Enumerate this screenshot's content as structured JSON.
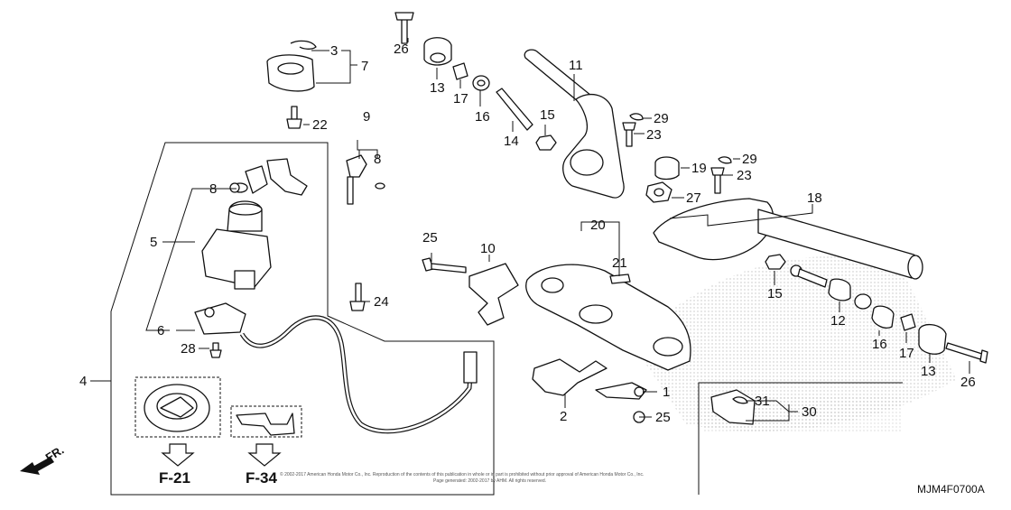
{
  "diagram": {
    "part_numbers": {
      "p1": "1",
      "p2": "2",
      "p3": "3",
      "p4": "4",
      "p5": "5",
      "p6": "6",
      "p7": "7",
      "p8a": "8",
      "p8b": "8",
      "p9": "9",
      "p10": "10",
      "p11": "11",
      "p12": "12",
      "p13a": "13",
      "p13b": "13",
      "p14": "14",
      "p15a": "15",
      "p15b": "15",
      "p16a": "16",
      "p16b": "16",
      "p17a": "17",
      "p17b": "17",
      "p18": "18",
      "p19": "19",
      "p20": "20",
      "p21": "21",
      "p22": "22",
      "p23a": "23",
      "p23b": "23",
      "p24": "24",
      "p25a": "25",
      "p25b": "25",
      "p26a": "26",
      "p26b": "26",
      "p27": "27",
      "p28": "28",
      "p29a": "29",
      "p29b": "29",
      "p30": "30",
      "p31": "31"
    },
    "section_refs": {
      "f21": "F-21",
      "f34": "F-34"
    },
    "front_indicator": "FR.",
    "diagram_code": "MJM4F0700A",
    "copyright_line1": "© 2002-2017 American Honda Motor Co., Inc. Reproduction of the contents of this publication in whole or in part is prohibited without prior approval of American Honda Motor Co., Inc.",
    "copyright_line2": "Page generated: 2002-2017 by AHM. All rights reserved."
  },
  "colors": {
    "ink": "#111111",
    "hatch": "#b8b8b8",
    "fill": "#ffffff"
  }
}
